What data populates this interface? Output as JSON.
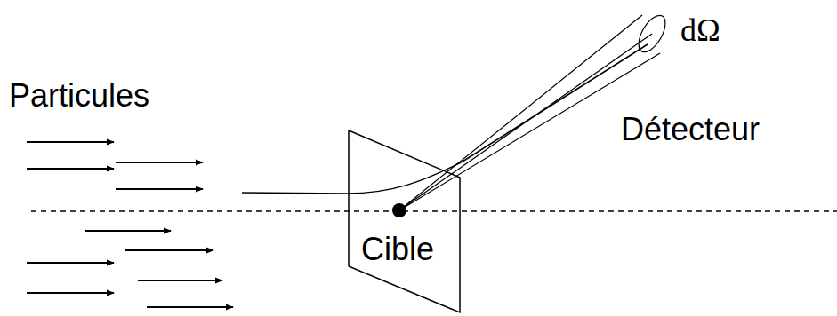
{
  "diagram": {
    "nodes": [
      {
        "text": [
          "Cible"
        ]
      }
    ],
    "labels": [
      "Particules",
      "Détecteur",
      "dΩ"
    ]
  }
}
